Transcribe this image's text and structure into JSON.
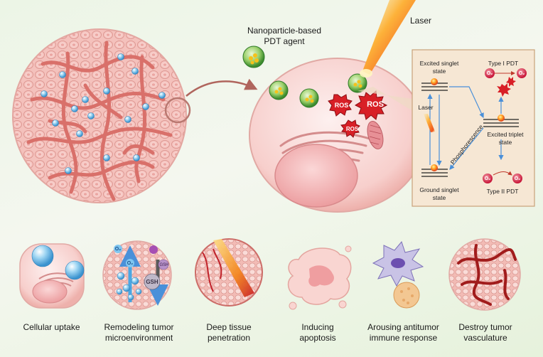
{
  "labels": {
    "agent_line1": "Nanoparticle-based",
    "agent_line2": "PDT agent",
    "laser": "Laser",
    "ros": "ROS",
    "inset_laser": "Laser",
    "excited_singlet_1": "Excited singlet",
    "excited_singlet_2": "state",
    "ground_singlet_1": "Ground singlet",
    "ground_singlet_2": "state",
    "excited_triplet_1": "Excited triplet",
    "excited_triplet_2": "state",
    "phosphorescence": "Phosphorescence",
    "type1": "Type I PDT",
    "type2": "Type II PDT",
    "o2": "O₂",
    "gsh": "GSH"
  },
  "panels": [
    {
      "label": "Cellular uptake"
    },
    {
      "label": "Remodeling tumor\nmicroenvironment"
    },
    {
      "label": "Deep tissue\npenetration"
    },
    {
      "label": "Inducing\napoptosis"
    },
    {
      "label": "Arousing antitumor\nimmune response"
    },
    {
      "label": "Destroy tumor\nvasculature"
    }
  ],
  "colors": {
    "cell_fill": "#f7c9c6",
    "cell_stroke": "#d98b86",
    "vessel": "#d9706a",
    "vessel_dark": "#a11c1c",
    "ros_red": "#d81f26",
    "inset_bg": "#f6e7d4",
    "inset_border": "#c9a27a",
    "blue_arrow": "#4a90d9",
    "bubble_blue": "#5fb8ea"
  }
}
